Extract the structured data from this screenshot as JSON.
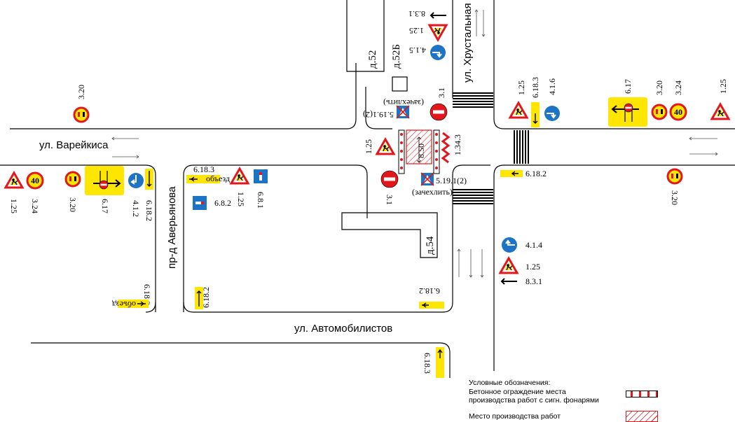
{
  "streets": {
    "vareikisa": "ул. Варейкиса",
    "avtomobilistov": "ул. Автомобилистов",
    "averyanova": "пр-д Аверьянова",
    "khrustalnaya": "ул. Хрустальная"
  },
  "buildings": {
    "d52": "д.52",
    "d52b": "д.52Б",
    "d54": "д.54"
  },
  "dimension": "8.50",
  "signs": {
    "s8_3_1_top": "8.3.1",
    "s1_25_top": "1.25",
    "s4_1_5": "4.1.5",
    "s5_19_1_left": "5.19.1(2)",
    "zachehlit_left": "(зачехлить)",
    "s3_1_top": "3.1",
    "s1_34_3": "1.34.3",
    "s1_25_mid": "1.25",
    "s3_1_bottom": "3.1",
    "s5_19_1_right": "5.19.1(2)",
    "zachehlit_right": "(зачехлить)",
    "s3_20_far_left": "3.20",
    "s6_18_3_mid": "6.18.3",
    "s1_25_avery": "1.25",
    "s6_8_1": "6.8.1",
    "s6_8_2": "6.8.2",
    "s1_25_left": "1.25",
    "s3_24_left": "3.24",
    "s3_20_left": "3.20",
    "s6_17_left": "6.17",
    "s4_1_2": "4.1.2",
    "s6_18_2_left": "6.18.2",
    "s6_18_3_lower": "6.18.3",
    "s6_18_2_lower": "6.18.2",
    "s6_18_2_center": "6.18.2",
    "s6_18_3_bottom": "6.18.3",
    "s1_25_right_top": "1.25",
    "s6_18_3_right": "6.18.3",
    "s4_1_6": "4.1.6",
    "s6_17_right": "6.17",
    "s3_20_right": "3.20",
    "s3_24_right": "3.24",
    "s1_25_far_right": "1.25",
    "s6_18_2_right": "6.18.2",
    "s3_20_right_low": "3.20",
    "s4_1_4": "4.1.4",
    "s1_25_right_low": "1.25",
    "s8_3_1_right": "8.3.1",
    "speed_40": "40",
    "obezd": "объезд"
  },
  "legend": {
    "title": "Условные обозначения:",
    "line1": "Бетонное ограждение места",
    "line2": "производства работ с сигн. фонарями",
    "line3": "Место производства работ"
  },
  "colors": {
    "sign_red": "#e3161b",
    "sign_blue": "#1e74c4",
    "sign_yellow": "#ffe600",
    "ink": "#000000"
  }
}
